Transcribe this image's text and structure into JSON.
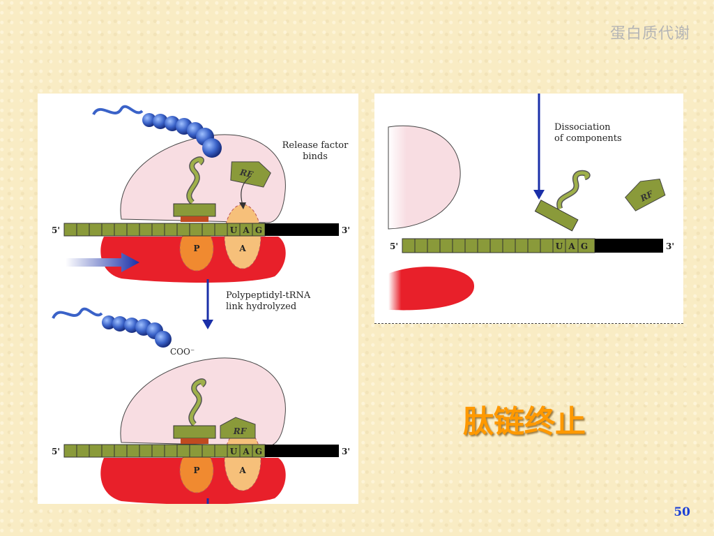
{
  "header": {
    "title": "蛋白质代谢"
  },
  "slide": {
    "title": "肽链终止",
    "page_number": "50"
  },
  "diagram": {
    "top": {
      "annotation_line1": "Release factor",
      "annotation_line2": "binds",
      "rf_label": "RF",
      "end5": "5'",
      "end3": "3'",
      "codon": [
        "U",
        "A",
        "G"
      ],
      "site_p": "P",
      "site_a": "A"
    },
    "middle": {
      "annotation_line1": "Polypeptidyl-tRNA",
      "annotation_line2": "link hydrolyzed",
      "coo_label": "COO⁻"
    },
    "bottom": {
      "rf_label": "RF",
      "end5": "5'",
      "end3": "3'",
      "codon": [
        "U",
        "A",
        "G"
      ],
      "site_p": "P",
      "site_a": "A"
    },
    "right": {
      "annotation_line1": "Dissociation",
      "annotation_line2": "of components",
      "rf_label": "RF",
      "end5": "5'",
      "end3": "3'",
      "codon": [
        "U",
        "A",
        "G"
      ]
    }
  },
  "colors": {
    "small_subunit": "#f8dde2",
    "large_subunit": "#e8202a",
    "mrna": "#8a9a3a",
    "protein_bead": "#3a62c8",
    "arrow": "#1a2fa8",
    "title": "#ff9900",
    "page_number": "#1a3fd6"
  }
}
